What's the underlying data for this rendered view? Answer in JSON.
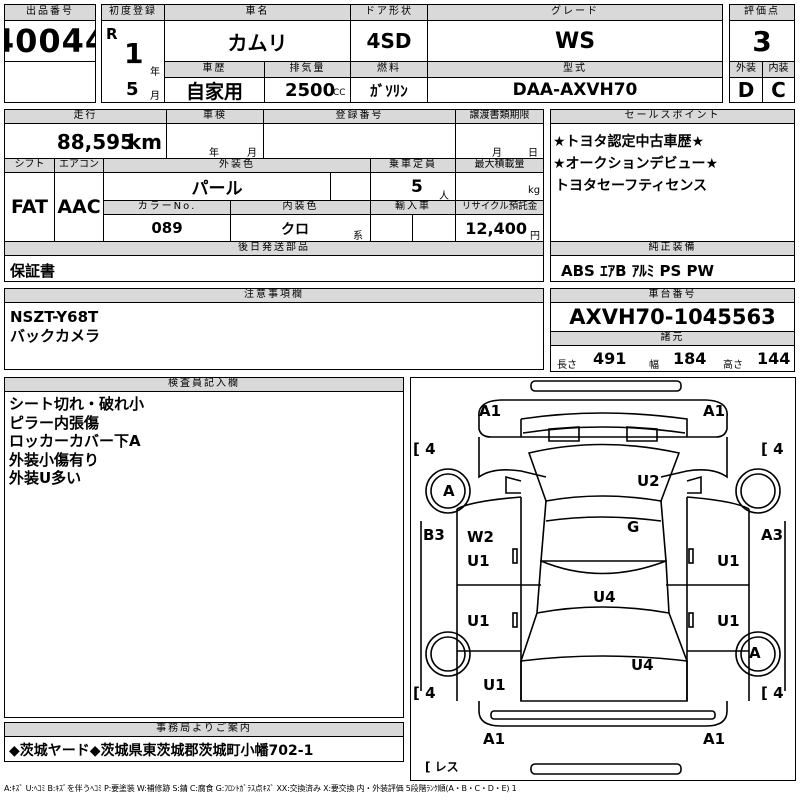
{
  "header": {
    "lot_label": "出品番号",
    "lot_value": "40044",
    "first_reg_label": "初度登録",
    "era": "R",
    "year_value": "1",
    "year_unit": "年",
    "month_value": "5",
    "month_unit": "月",
    "car_name_label": "車名",
    "car_name": "カムリ",
    "door_label": "ドア形状",
    "door_value": "4SD",
    "grade_label": "グレード",
    "grade_value": "WS",
    "score_label": "評価点",
    "score_value": "3",
    "exterior_label": "外装",
    "exterior_value": "D",
    "interior_label": "内装",
    "interior_value": "C",
    "history_label": "車歴",
    "history_value": "自家用",
    "displacement_label": "排気量",
    "displacement_value": "2500",
    "displacement_unit": "CC",
    "fuel_label": "燃料",
    "fuel_value": "ｶﾞｿﾘﾝ",
    "model_label": "型式",
    "model_value": "DAA-AXVH70"
  },
  "details": {
    "mileage_label": "走行",
    "mileage_value": "88,595",
    "mileage_unit": "km",
    "inspection_label": "車検",
    "inspection_year_unit": "年",
    "inspection_month_unit": "月",
    "plate_label": "登録番号",
    "transfer_label": "譲渡書類期限",
    "transfer_month_unit": "月",
    "transfer_day_unit": "日",
    "shift_label": "シフト",
    "shift_value": "FAT",
    "ac_label": "エアコン",
    "ac_value": "AAC",
    "ext_color_label": "外装色",
    "ext_color_value": "パール",
    "capacity_label": "乗車定員",
    "capacity_value": "5",
    "capacity_unit": "人",
    "max_load_label": "最大積載量",
    "max_load_unit": "kg",
    "color_no_label": "カラーNo.",
    "color_no_value": "089",
    "int_color_label": "内装色",
    "int_color_value": "クロ",
    "int_color_unit": "系",
    "import_label": "輸入車",
    "recycle_label": "リサイクル預託金",
    "recycle_value": "12,400",
    "recycle_unit": "円",
    "deferred_label": "後日発送部品",
    "deferred_value": "保証書"
  },
  "sales": {
    "label": "セールスポイント",
    "lines": [
      "★トヨタ認定中古車歴★",
      "★オークションデビュー★",
      "トヨタセーフティセンス"
    ]
  },
  "equipment": {
    "label": "純正装備",
    "value": "ABS ｴｱB ｱﾙﾐ PS PW"
  },
  "notes": {
    "label": "注意事項欄",
    "lines": [
      "NSZT-Y68T",
      "バックカメラ"
    ]
  },
  "chassis": {
    "label": "車台番号",
    "value": "AXVH70-1045563",
    "spec_label": "諸元",
    "length_label": "長さ",
    "length_value": "491",
    "width_label": "幅",
    "width_value": "184",
    "height_label": "高さ",
    "height_value": "144"
  },
  "inspector": {
    "label": "検査員記入欄",
    "lines": [
      "シート切れ・破れ小",
      "ピラー内張傷",
      "ロッカーカバー下A",
      "外装小傷有り",
      "外装U多い"
    ]
  },
  "diagram": {
    "a1_tl": "A1",
    "a1_tr": "A1",
    "a1_bl": "A1",
    "a1_br": "A1",
    "tire_tl": "4",
    "tire_tr": "4",
    "tire_bl": "4",
    "tire_br": "4",
    "wheel_fl": "A",
    "wheel_rr": "A",
    "u2": "U2",
    "g": "G",
    "b3": "B3",
    "a3": "A3",
    "w2": "W2",
    "u1_l1": "U1",
    "u1_r1": "U1",
    "u4_c": "U4",
    "u1_l2": "U1",
    "u1_r2": "U1",
    "u4_b": "U4",
    "u1_l3": "U1",
    "bracket_l": "[",
    "bracket_r": "[",
    "spare": "[ レス"
  },
  "office": {
    "label": "事務局よりご案内",
    "value": "◆茨城ヤード◆茨城県東茨城郡茨城町小幡702-1"
  },
  "legend": "A:ｷｽﾞ U:ﾍｺﾐ B:ｷｽﾞを伴うﾍｺﾐ P:要塗装 W:補修跡 S:錆 C:腐食 G:ﾌﾛﾝﾄｶﾞﾗｽ点ｷｽﾞ XX:交換済み X:要交換 内・外装評価 5段階ﾗﾝｸ順(A・B・C・D・E) 1"
}
